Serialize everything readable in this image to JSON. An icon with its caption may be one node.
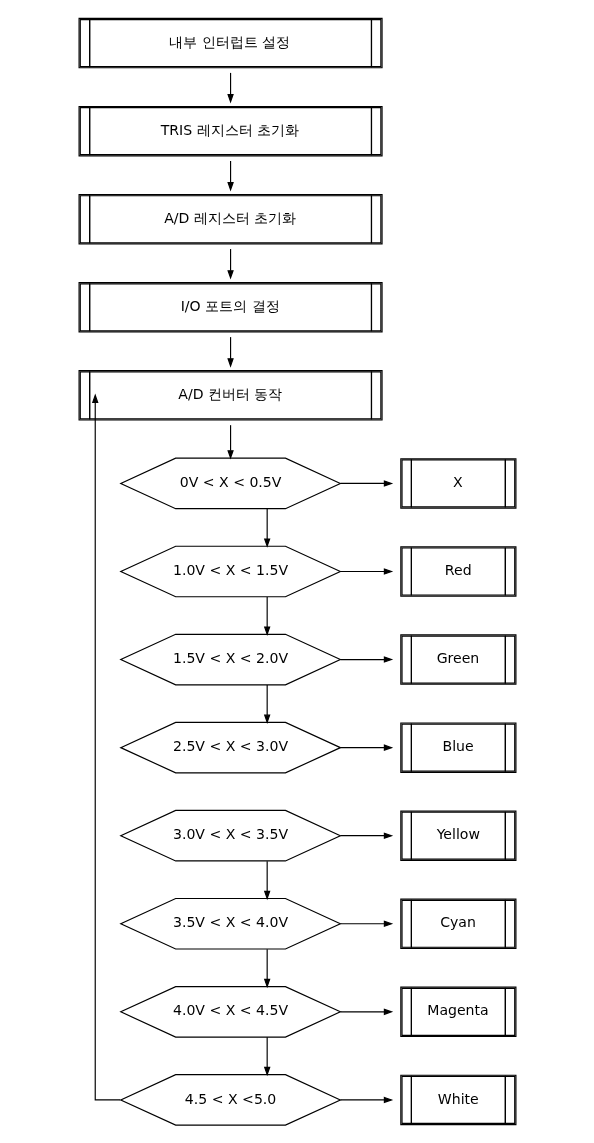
{
  "diagram": {
    "nodes": [
      {
        "text": [
          "내부 인터럽트 설정"
        ]
      },
      {
        "text": [
          "TRIS 레지스터 초기화"
        ]
      },
      {
        "text": [
          "A/D 레지스터 초기화"
        ]
      },
      {
        "text": [
          "I/O 포트의 결정"
        ]
      },
      {
        "text": [
          "A/D 컨버터 동작"
        ]
      },
      {
        "text": [
          "0V < X < 0.5V"
        ]
      },
      {
        "text": [
          "X"
        ]
      },
      {
        "text": [
          "1.0V < X < 1.5V"
        ]
      },
      {
        "text": [
          "Red"
        ]
      },
      {
        "text": [
          "1.5V < X < 2.0V"
        ]
      },
      {
        "text": [
          "Green"
        ]
      },
      {
        "text": [
          "2.5V < X < 3.0V"
        ]
      },
      {
        "text": [
          "Blue"
        ]
      },
      {
        "text": [
          "3.0V < X < 3.5V"
        ]
      },
      {
        "text": [
          "Yellow"
        ]
      },
      {
        "text": [
          "3.5V < X < 4.0V"
        ]
      },
      {
        "text": [
          "Cyan"
        ]
      },
      {
        "text": [
          "4.0V < X < 4.5V"
        ]
      },
      {
        "text": [
          "Magenta"
        ]
      },
      {
        "text": [
          "4.5 < X <5.0"
        ]
      },
      {
        "text": [
          "White"
        ]
      }
    ],
    "edges": [
      {
        "from": 0,
        "to": 1,
        "arrow": "to"
      },
      {
        "from": 1,
        "to": 2,
        "arrow": "to"
      },
      {
        "from": 2,
        "to": 3,
        "arrow": "to"
      },
      {
        "from": 3,
        "to": 4,
        "arrow": "to"
      },
      {
        "from": 4,
        "to": 5,
        "arrow": "to"
      },
      {
        "from": 5,
        "to": 6,
        "arrow": "to"
      },
      {
        "from": 5,
        "to": 7,
        "arrow": "to"
      },
      {
        "from": 7,
        "to": 8,
        "arrow": "to"
      },
      {
        "from": 7,
        "to": 9,
        "arrow": "to"
      },
      {
        "from": 9,
        "to": 10,
        "arrow": "to"
      },
      {
        "from": 9,
        "to": 11,
        "arrow": "to"
      },
      {
        "from": 11,
        "to": 12,
        "arrow": "to"
      },
      {
        "from": 13,
        "to": 14,
        "arrow": "to"
      },
      {
        "from": 13,
        "to": 15,
        "arrow": "to"
      },
      {
        "from": 15,
        "to": 16,
        "arrow": "to"
      },
      {
        "from": 15,
        "to": 17,
        "arrow": "to"
      },
      {
        "from": 17,
        "to": 18,
        "arrow": "to"
      },
      {
        "from": 17,
        "to": 19,
        "arrow": "to"
      },
      {
        "from": 19,
        "to": 20,
        "arrow": "to"
      },
      {
        "from": 19,
        "to": 4,
        "arrow": "to"
      }
    ]
  }
}
